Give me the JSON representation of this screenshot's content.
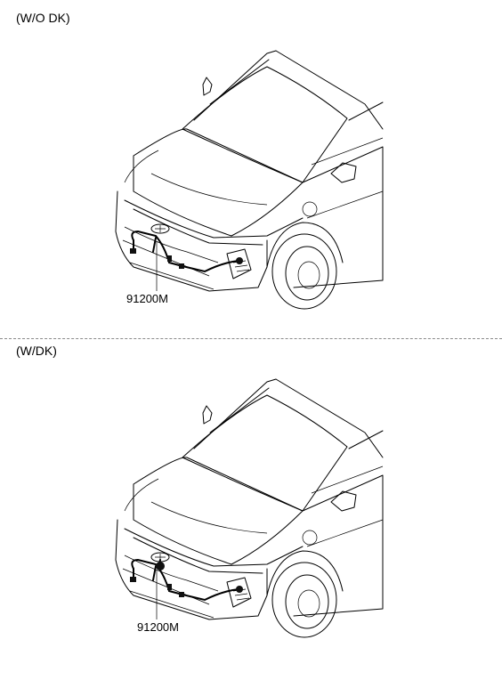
{
  "sections": [
    {
      "label": "(W/O DK)",
      "part_number": "91200M"
    },
    {
      "label": "(W/DK)",
      "part_number": "91200M"
    }
  ]
}
